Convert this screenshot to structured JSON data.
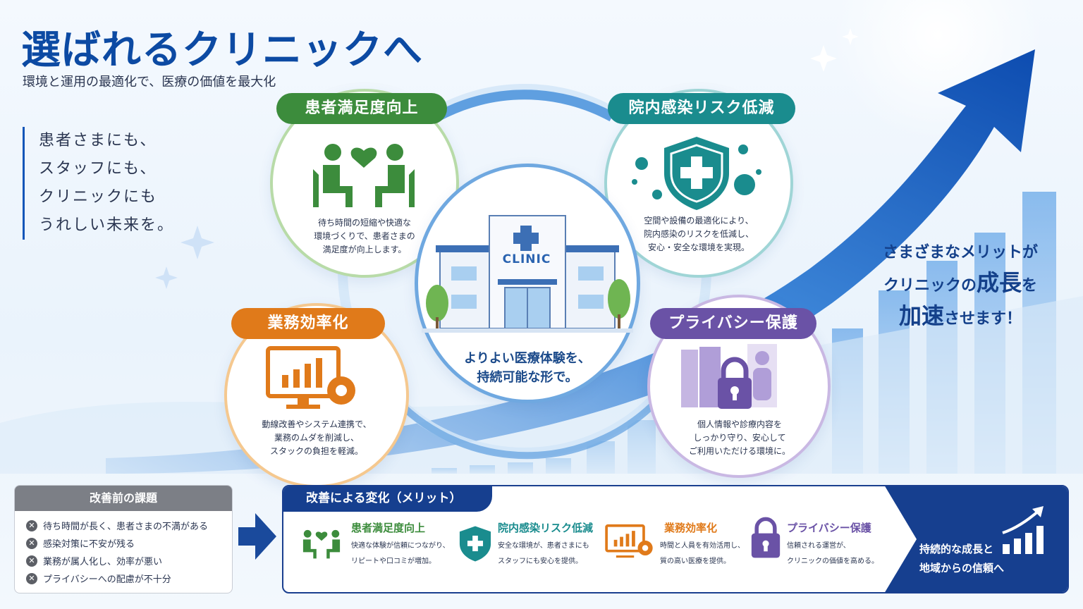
{
  "header": {
    "title": "選ばれるクリニックへ",
    "subtitle": "環境と運用の最適化で、医療の価値を最大化"
  },
  "tagline": [
    "患者さまにも、",
    "スタッフにも、",
    "クリニックにも",
    "うれしい未来を。"
  ],
  "center": {
    "sign": "CLINIC",
    "text_line1": "よりよい医療体験を、",
    "text_line2": "持続可能な形で。"
  },
  "benefits": {
    "satisfaction": {
      "label": "患者満足度向上",
      "desc": [
        "待ち時間の短縮や快適な",
        "環境づくりで、患者さまの",
        "満足度が向上します。"
      ],
      "color": "#3c8c3c"
    },
    "infection": {
      "label": "院内感染リスク低減",
      "desc": [
        "空間や設備の最適化により、",
        "院内感染のリスクを低減し、",
        "安心・安全な環境を実現。"
      ],
      "color": "#1a8c8e"
    },
    "efficiency": {
      "label": "業務効率化",
      "desc": [
        "動線改善やシステム連携で、",
        "業務のムダを削減し、",
        "スタックの負担を軽減。"
      ],
      "color": "#e07a1a"
    },
    "privacy": {
      "label": "プライバシー保護",
      "desc": [
        "個人情報や診療内容を",
        "しっかり守り、安心して",
        "ご利用いただける環境に。"
      ],
      "color": "#6a52a6"
    }
  },
  "right_copy": {
    "line1": "さまざまなメリットが",
    "line2_a": "クリニックの",
    "line2_b": "成長",
    "line2_c": "を",
    "line3_a": "加速",
    "line3_b": "させます！"
  },
  "before": {
    "title": "改善前の課題",
    "items": [
      "待ち時間が長く、患者さまの不満がある",
      "感染対策に不安が残る",
      "業務が属人化し、効率が悪い",
      "プライバシーへの配慮が不十分"
    ],
    "x_glyph": "✕"
  },
  "after": {
    "title": "改善による変化（メリット）",
    "merits": [
      {
        "title": "患者満足度向上",
        "desc": [
          "快適な体験が信頼につながり、",
          "リピートや口コミが増加。"
        ],
        "color": "#3c8c3c"
      },
      {
        "title": "院内感染リスク低減",
        "desc": [
          "安全な環境が、患者さまにも",
          "スタッフにも安心を提供。"
        ],
        "color": "#1a8c8e"
      },
      {
        "title": "業務効率化",
        "desc": [
          "時間と人員を有効活用し、",
          "質の高い医療を提供。"
        ],
        "color": "#e07a1a"
      },
      {
        "title": "プライバシー保護",
        "desc": [
          "信頼される運営が、",
          "クリニックの価値を高める。"
        ],
        "color": "#6a52a6"
      }
    ],
    "result_line1": "持続的な成長と",
    "result_line2": "地域からの信頼へ"
  }
}
